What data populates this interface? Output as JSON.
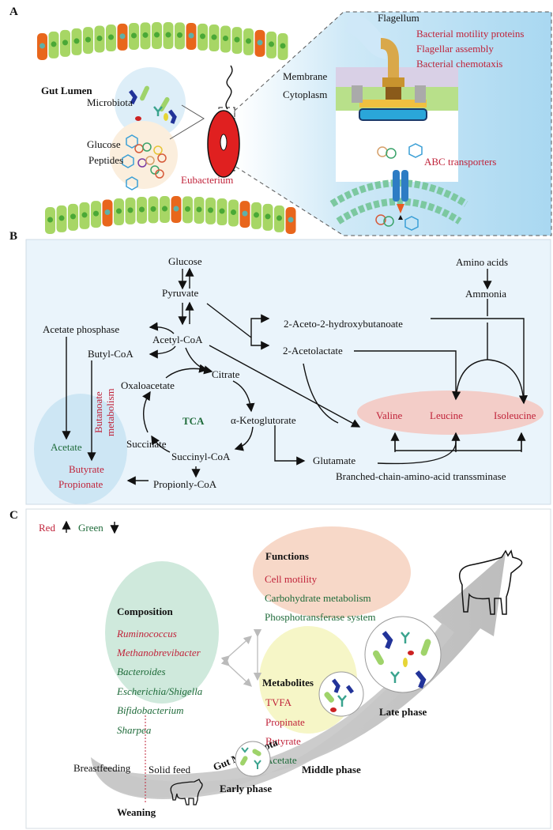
{
  "panel_a": {
    "label": "A",
    "gut_lumen": "Gut Lumen",
    "microbiota": "Microbiota",
    "glucose": "Glucose",
    "peptides": "Peptides",
    "eubacterium": "Eubacterium",
    "flagellum": "Flagellum",
    "membrane": "Membrane",
    "cytoplasm": "Cytoplasm",
    "pathways": [
      "Bacterial motility proteins",
      "Flagellar assembly",
      "Bacterial chemotaxis"
    ],
    "abc": "ABC transporters"
  },
  "panel_b": {
    "label": "B",
    "glucose": "Glucose",
    "pyruvate": "Pyruvate",
    "acetate_phosphase": "Acetate phosphase",
    "acetyl_coa": "Acetyl-CoA",
    "butyl_coa": "Butyl-CoA",
    "citrate": "Citrate",
    "oxaloacetate": "Oxaloacetate",
    "tca": "TCA",
    "ketoglutorate": "α-Ketoglutorate",
    "succinate": "Succinate",
    "succinyl_coa": "Succinyl-CoA",
    "propionly_coa": "Propionly-CoA",
    "butanoate_1": "Butanoate",
    "butanoate_2": "metabolism",
    "acetate": "Acetate",
    "butyrate": "Butyrate",
    "propionate": "Propionate",
    "amino_acids": "Amino acids",
    "ammonia": "Ammonia",
    "aceto_hydroxy": "2-Aceto-2-hydroxybutanoate",
    "acetolactate": "2-Acetolactate",
    "valine": "Valine",
    "leucine": "Leucine",
    "isoleucine": "Isoleucine",
    "glutamate": "Glutamate",
    "transaminase": "Branched-chain-amino-acid transsminase"
  },
  "panel_c": {
    "label": "C",
    "legend_red": "Red",
    "legend_green": "Green",
    "functions": {
      "title": "Functions",
      "items": [
        "Cell motility",
        "Carbohydrate metabolism",
        "Phosphotransferase system"
      ]
    },
    "composition": {
      "title": "Composition",
      "items": [
        "Ruminococcus",
        "Methanobrevibacter",
        "Bacteroides",
        "Escherichia/Shigella",
        "Bifidobacterium",
        "Sharpea"
      ]
    },
    "metabolites": {
      "title": "Metabolites",
      "items": [
        "TVFA",
        "Propinate",
        "Butyrate",
        "Acetate"
      ]
    },
    "gut_microbiota": "Gut Microbiota",
    "late": "Late phase",
    "middle": "Middle phase",
    "early": "Early phase",
    "breastfeeding": "Breastfeeding",
    "solid_feed": "Solid feed",
    "weaning": "Weaning"
  },
  "colors": {
    "up": "#c0233a",
    "down": "#1f6b3a",
    "panel_b_bg": "#eaf4fb",
    "composition": "#cfe9dc",
    "functions": "#f7d8c8",
    "metabolites": "#f6f5c4"
  }
}
